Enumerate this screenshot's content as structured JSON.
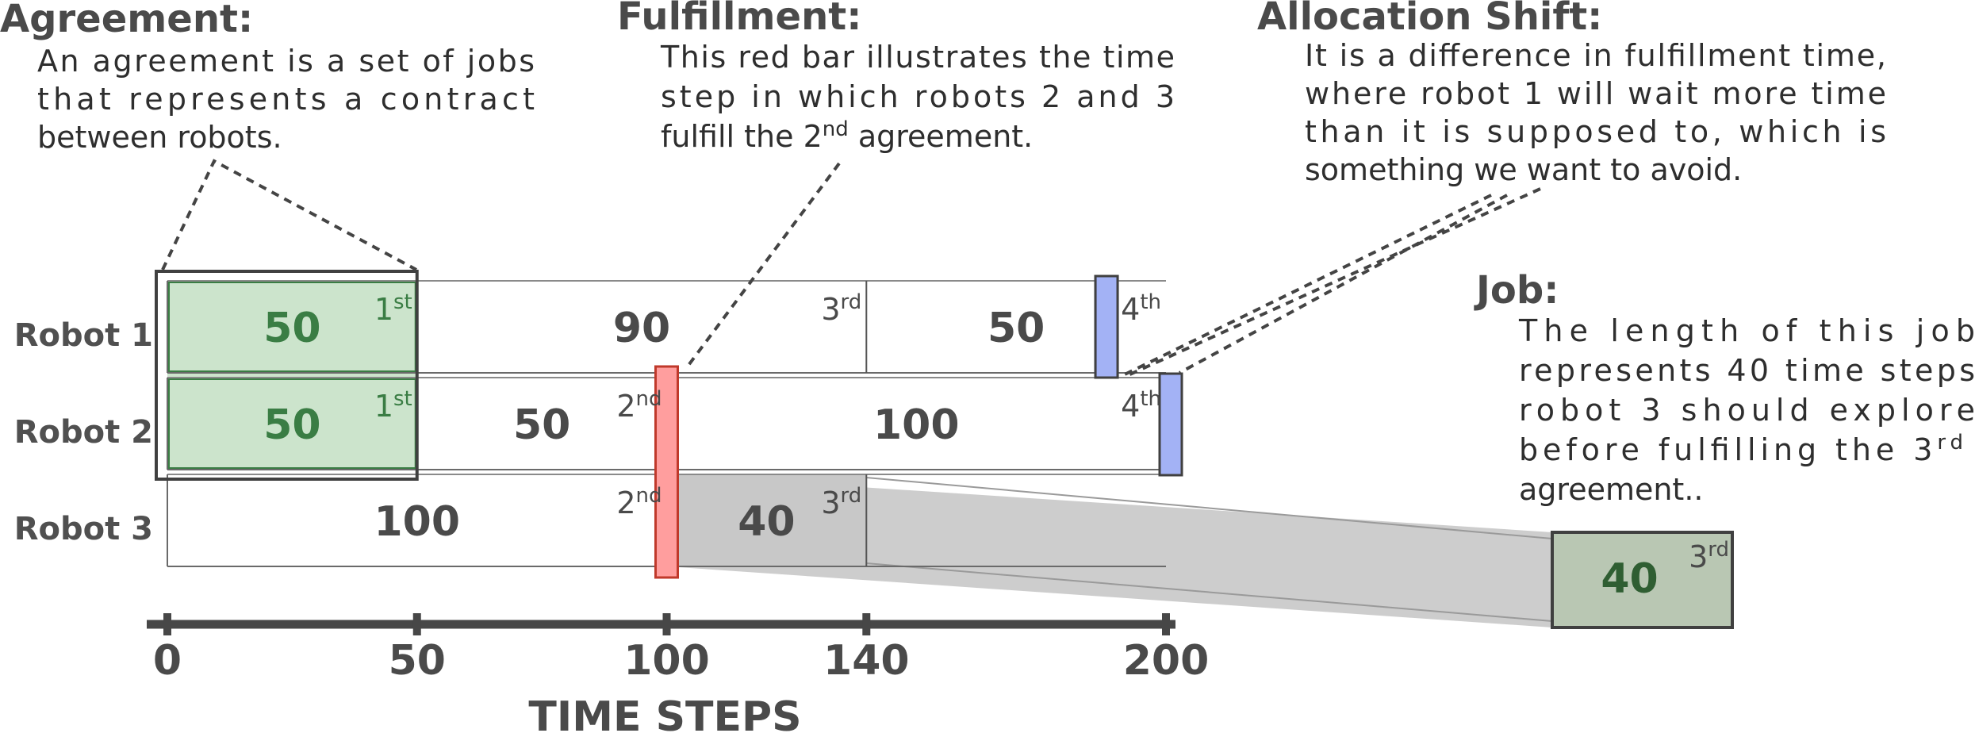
{
  "annotations": {
    "agreement": {
      "heading": "Agreement:",
      "lines": [
        {
          "text": "An agreement is a set of jobs"
        },
        {
          "text": "that represents a contract"
        },
        {
          "text": "between robots."
        }
      ]
    },
    "fulfillment": {
      "heading": "Fulfillment:",
      "lines": [
        {
          "text": "This red bar illustrates the time"
        },
        {
          "text": "step in which robots 2 and 3"
        },
        {
          "text": "fulfill the 2",
          "sup": "nd",
          "after": " agreement."
        }
      ]
    },
    "allocation_shift": {
      "heading": "Allocation Shift:",
      "lines": [
        {
          "text": "It is a difference in fulfillment time,"
        },
        {
          "text": "where robot 1 will wait more time"
        },
        {
          "text": "than it is supposed to, which is"
        },
        {
          "text": "something we want to avoid."
        }
      ]
    },
    "job": {
      "heading": "Job:",
      "lines": [
        {
          "text": "The length of this job"
        },
        {
          "text": "represents 40 time steps"
        },
        {
          "text": "robot 3 should explore"
        },
        {
          "text": "before fulfilling the 3",
          "sup": "rd"
        },
        {
          "text": "agreement.."
        }
      ]
    }
  },
  "robots": [
    {
      "label": "Robot 1",
      "jobs": [
        {
          "start": 0,
          "end": 50,
          "value": "50",
          "ordinal": "1",
          "ordinal_sup": "st",
          "highlight": "agreement"
        },
        {
          "start": 50,
          "end": 140,
          "value": "90",
          "ordinal": "3",
          "ordinal_sup": "rd"
        },
        {
          "start": 140,
          "end": 200,
          "value": "50",
          "ordinal": "4",
          "ordinal_sup": "th"
        }
      ]
    },
    {
      "label": "Robot 2",
      "jobs": [
        {
          "start": 0,
          "end": 50,
          "value": "50",
          "ordinal": "1",
          "ordinal_sup": "st",
          "highlight": "agreement"
        },
        {
          "start": 50,
          "end": 100,
          "value": "50",
          "ordinal": "2",
          "ordinal_sup": "nd"
        },
        {
          "start": 100,
          "end": 200,
          "value": "100",
          "ordinal": "4",
          "ordinal_sup": "th"
        }
      ]
    },
    {
      "label": "Robot 3",
      "jobs": [
        {
          "start": 0,
          "end": 100,
          "value": "100",
          "ordinal": "2",
          "ordinal_sup": "nd"
        },
        {
          "start": 100,
          "end": 140,
          "value": "40",
          "ordinal": "3",
          "ordinal_sup": "rd",
          "highlight": "job"
        },
        {
          "start": 140,
          "end": 200,
          "value": "",
          "ordinal": "",
          "ordinal_sup": ""
        }
      ]
    }
  ],
  "markers": {
    "fulfillment_time": 100,
    "allocation_shift_robot1_time": 190,
    "allocation_shift_robot2_time": 200
  },
  "zoomed_job": {
    "value": "40",
    "ordinal": "3",
    "ordinal_sup": "rd"
  },
  "axis": {
    "title": "TIME STEPS",
    "ticks": [
      0,
      50,
      100,
      140,
      200
    ],
    "range": [
      0,
      200
    ]
  },
  "colors": {
    "agreement_fill": "#c9e3c9",
    "agreement_text": "#3a7d44",
    "fulfillment_fill": "#ff9e9e",
    "fulfillment_stroke": "#c0392b",
    "shift_fill": "#a3b2f5",
    "shift_stroke": "#3f4fb0",
    "job_fill": "#c8c8c8",
    "zoom_fill": "#b9c7b3",
    "outline": "#404040"
  }
}
